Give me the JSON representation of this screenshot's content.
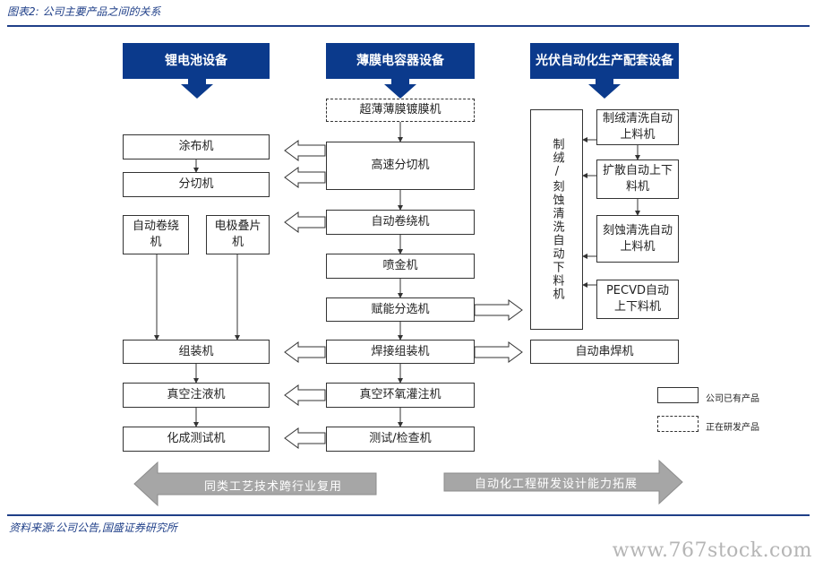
{
  "figure_title": "图表2:  公司主要产品之间的关系",
  "source": "资料来源:公司公告,国盛证券研究所",
  "watermark": "www.767stock.com",
  "headers": {
    "lithium": "锂电池设备",
    "film": "薄膜电容器设备",
    "pv": "光伏自动化生产配套设备"
  },
  "lithium": {
    "coating": "涂布机",
    "slitting": "分切机",
    "winding": "自动卷绕机",
    "stacking": "电极叠片机",
    "assembly": "组装机",
    "vacuum_filling": "真空注液机",
    "formation": "化成测试机"
  },
  "film": {
    "ultra_coating": "超薄薄膜镀膜机",
    "high_speed_slitting": "高速分切机",
    "auto_winding": "自动卷绕机",
    "spraying": "喷金机",
    "energizing": "赋能分选机",
    "welding_assembly": "焊接组装机",
    "epoxy_potting": "真空环氧灌注机",
    "testing": "测试/检查机"
  },
  "pv": {
    "texturing_etching": "制绒/刻蚀清洗自动下料机",
    "texturing_loading": "制绒清洗自动上料机",
    "diffusion": "扩散自动上下料机",
    "etching_loading": "刻蚀清洗自动上料机",
    "pecvd": "PECVD自动上下料机",
    "stringer": "自动串焊机"
  },
  "legend": {
    "existing": "公司已有产品",
    "developing": "正在研发产品"
  },
  "bottom_arrows": {
    "left": "同类工艺技术跨行业复用",
    "right": "自动化工程研发设计能力拓展"
  },
  "colors": {
    "header_blue": "#0b3a8c",
    "arrow_grey": "#a6a6a6"
  }
}
